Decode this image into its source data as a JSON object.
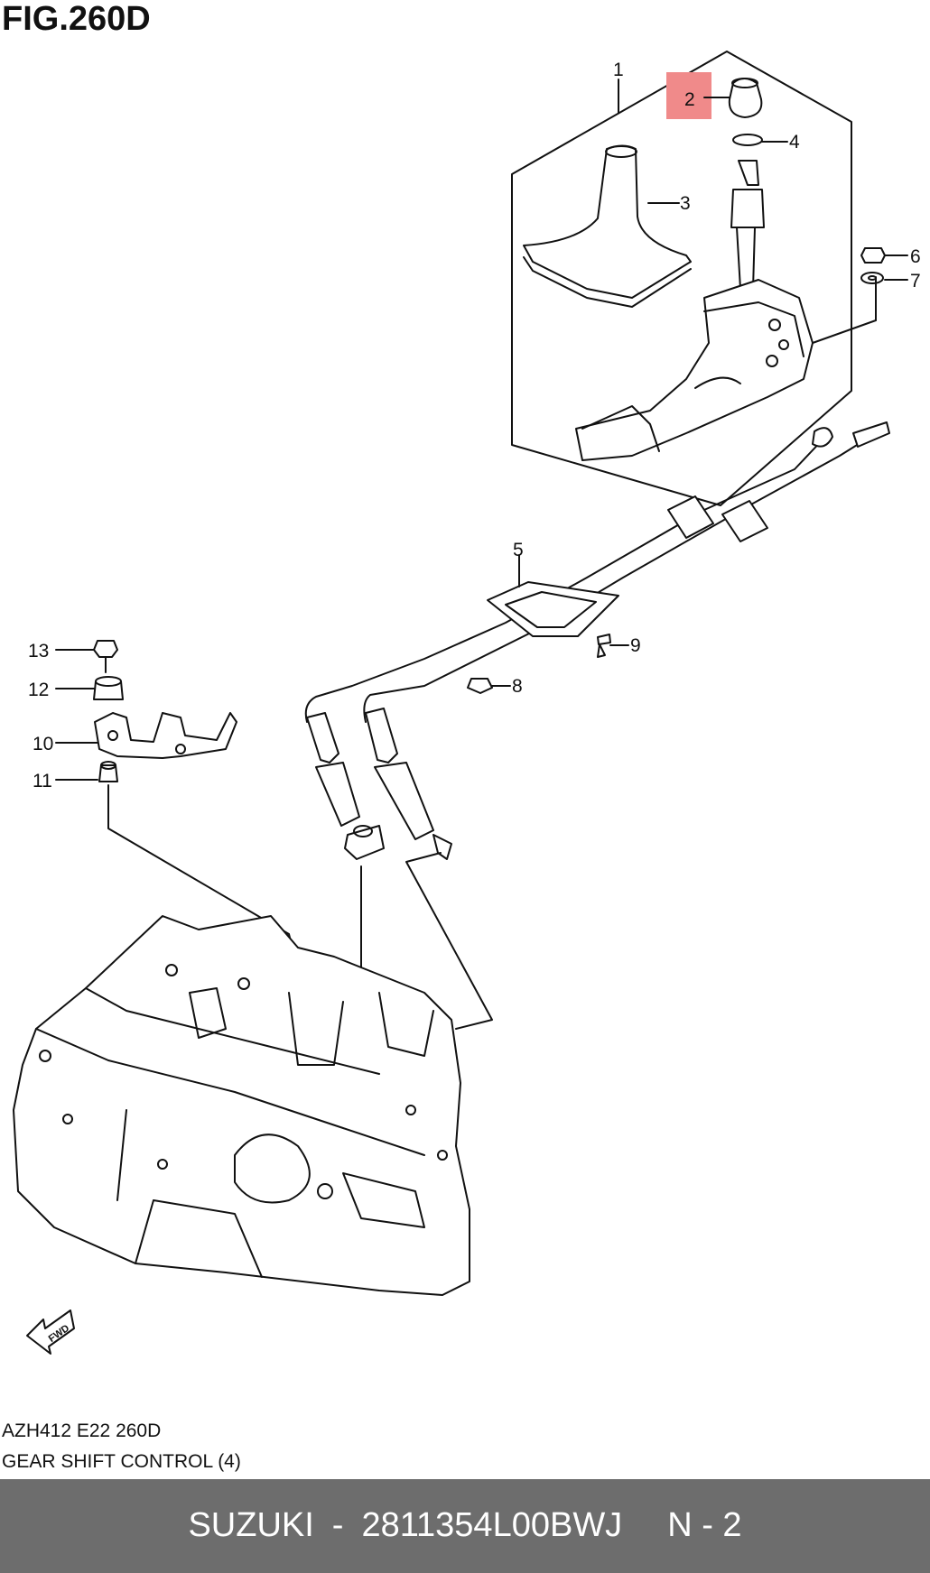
{
  "figure": {
    "title": "FIG.260D"
  },
  "highlight": {
    "color": "#f08a8a",
    "part_ref": "2"
  },
  "callouts": [
    "1",
    "2",
    "3",
    "4",
    "5",
    "6",
    "7",
    "8",
    "9",
    "10",
    "11",
    "12",
    "13"
  ],
  "caption": {
    "code": "AZH412 E22 260D",
    "name": "GEAR SHIFT CONTROL (4)"
  },
  "fwd_label": "FWD",
  "footer": {
    "brand": "SUZUKI",
    "separator": "-",
    "part_number": "2811354L00BWJ",
    "page": "N - 2",
    "background": "#6d6d6d"
  }
}
